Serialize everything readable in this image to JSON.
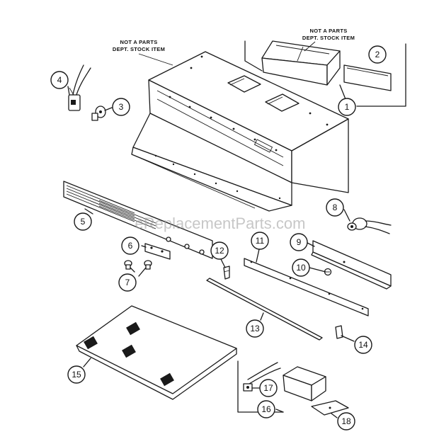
{
  "notes": {
    "left_line1": "NOT A PARTS",
    "left_line2": "DEPT. STOCK ITEM",
    "right_line1": "NOT A PARTS",
    "right_line2": "DEPT. STOCK ITEM"
  },
  "watermark": "eReplacementParts.com",
  "callouts": {
    "c1": "1",
    "c2": "2",
    "c3": "3",
    "c4": "4",
    "c5": "5",
    "c6": "6",
    "c7": "7",
    "c8": "8",
    "c9": "9",
    "c10": "10",
    "c11": "11",
    "c12": "12",
    "c13": "13",
    "c14": "14",
    "c15": "15",
    "c16": "16",
    "c17": "17",
    "c18": "18"
  }
}
